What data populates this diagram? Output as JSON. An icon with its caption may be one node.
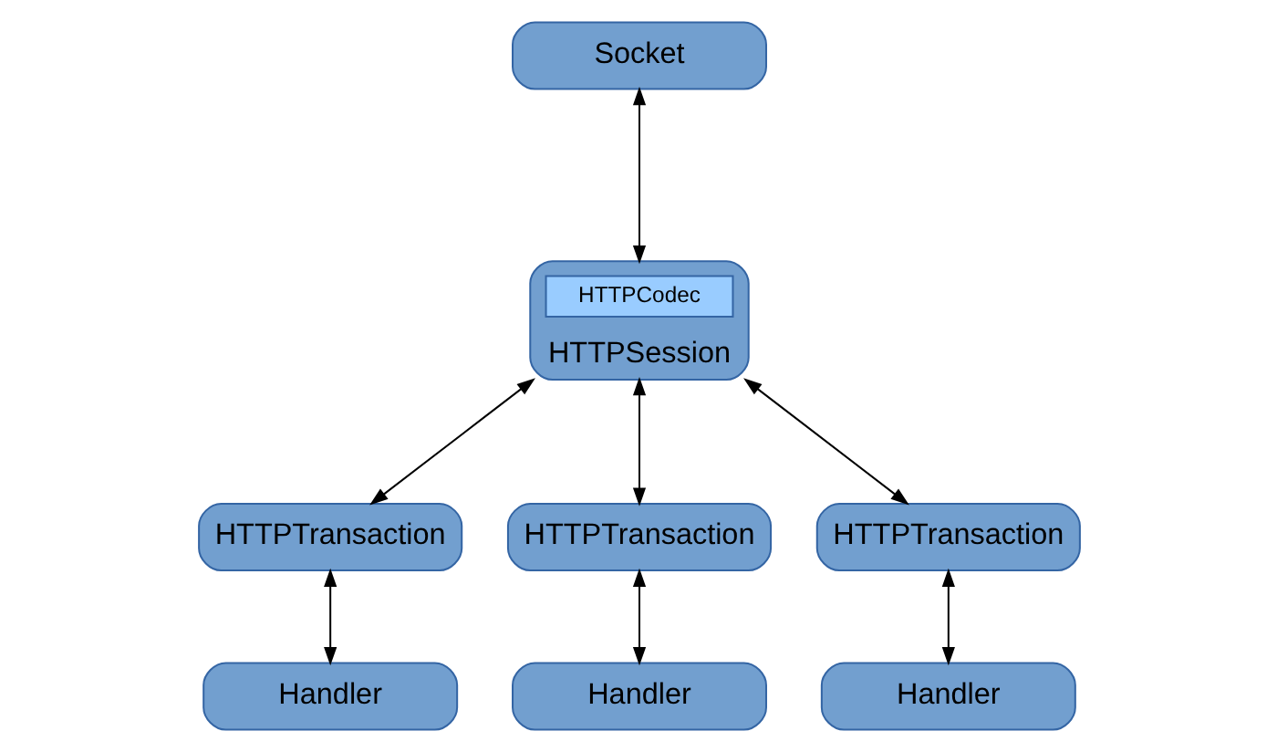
{
  "diagram": {
    "nodes": [
      {
        "text": [
          "Socket"
        ]
      },
      {
        "text": [
          "HTTPSession"
        ]
      },
      {
        "text": [
          "HTTPCodec"
        ],
        "in": 1
      },
      {
        "text": [
          "HTTPTransaction"
        ]
      },
      {
        "text": [
          "HTTPTransaction"
        ]
      },
      {
        "text": [
          "HTTPTransaction"
        ]
      },
      {
        "text": [
          "Handler"
        ]
      },
      {
        "text": [
          "Handler"
        ]
      },
      {
        "text": [
          "Handler"
        ]
      }
    ],
    "edges": [
      {
        "from": 0,
        "to": 1,
        "arrow": "both"
      },
      {
        "from": 1,
        "to": 3,
        "arrow": "both"
      },
      {
        "from": 1,
        "to": 4,
        "arrow": "both"
      },
      {
        "from": 1,
        "to": 5,
        "arrow": "both"
      },
      {
        "from": 3,
        "to": 6,
        "arrow": "both"
      },
      {
        "from": 4,
        "to": 7,
        "arrow": "both"
      },
      {
        "from": 5,
        "to": 8,
        "arrow": "both"
      }
    ]
  }
}
